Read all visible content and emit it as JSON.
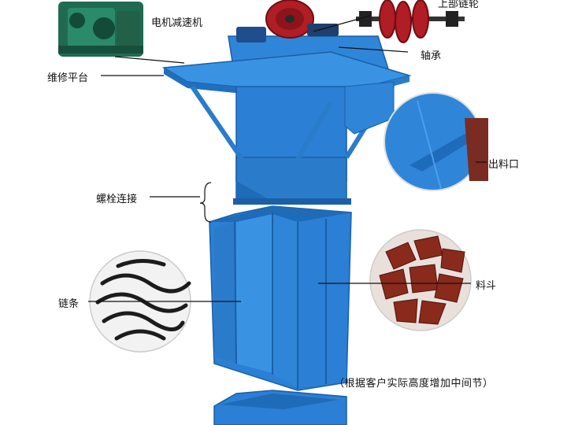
{
  "labels": {
    "reducer": "电机减速机",
    "top_sprocket": "上部链轮",
    "bearing": "轴承",
    "platform": "维修平台",
    "outlet": "出料口",
    "bolt_connection": "螺栓连接",
    "chain": "链条",
    "bucket": "料斗",
    "note": "（根据客户实际高度增加中间节）"
  },
  "colors": {
    "machine_blue": "#2b7fd4",
    "machine_dark": "#1a5fa8",
    "machine_light": "#4aa0ec",
    "pulley_red": "#b01d24",
    "reducer_green": "#1f6b52",
    "bucket_brown": "#8a2a1c"
  }
}
